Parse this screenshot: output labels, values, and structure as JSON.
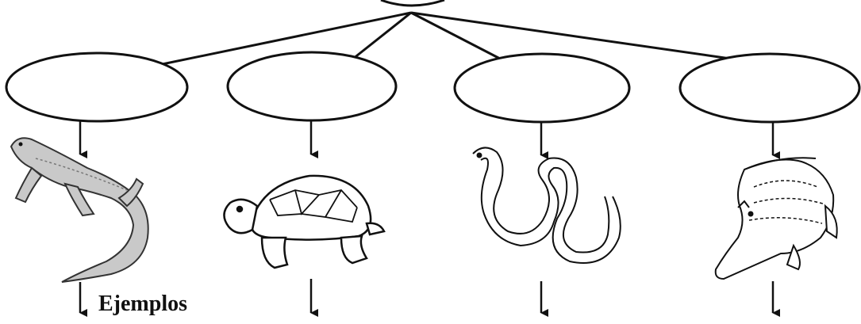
{
  "diagram": {
    "root_node_text": "",
    "categories": [
      {
        "id": "lizard",
        "oval_text": "",
        "icon": "lizard-icon"
      },
      {
        "id": "turtle",
        "oval_text": "",
        "icon": "turtle-icon"
      },
      {
        "id": "snake",
        "oval_text": "",
        "icon": "snake-icon"
      },
      {
        "id": "crocodile",
        "oval_text": "",
        "icon": "crocodile-icon"
      }
    ],
    "examples_label": "Ejemplos"
  },
  "colors": {
    "stroke": "#111111",
    "lizard_fill": "#c9c9c9",
    "background": "#ffffff"
  }
}
